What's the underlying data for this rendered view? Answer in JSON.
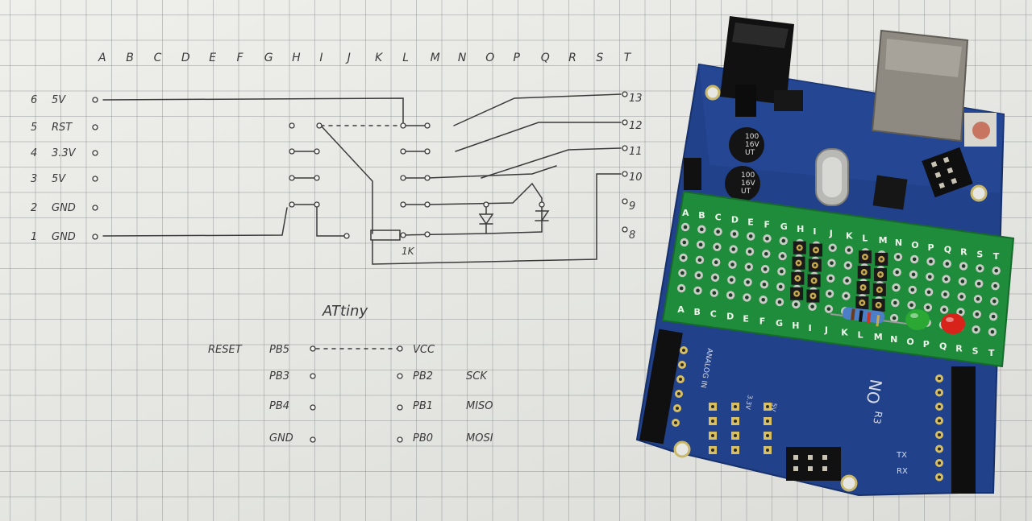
{
  "sketch": {
    "columns": [
      "A",
      "B",
      "C",
      "D",
      "E",
      "F",
      "G",
      "H",
      "I",
      "J",
      "K",
      "L",
      "M",
      "N",
      "O",
      "P",
      "Q",
      "R",
      "S",
      "T"
    ],
    "left_pins": [
      {
        "num": "6",
        "label": "5V"
      },
      {
        "num": "5",
        "label": "RST"
      },
      {
        "num": "4",
        "label": "3.3V"
      },
      {
        "num": "3",
        "label": "5V"
      },
      {
        "num": "2",
        "label": "GND"
      },
      {
        "num": "1",
        "label": "GND"
      }
    ],
    "right_pins": [
      "13",
      "12",
      "11",
      "10",
      "9",
      "8"
    ],
    "resistor_label": "1K",
    "chip_title": "ATtiny",
    "reset_label": "RESET",
    "chip_left": [
      "PB5",
      "PB3",
      "PB4",
      "GND"
    ],
    "chip_right": [
      {
        "pin": "VCC",
        "func": ""
      },
      {
        "pin": "PB2",
        "func": "SCK"
      },
      {
        "pin": "PB1",
        "func": "MISO"
      },
      {
        "pin": "PB0",
        "func": "MOSI"
      }
    ]
  },
  "board": {
    "capacitor_text": [
      "100",
      "16V",
      "UT"
    ],
    "model_text": "R3",
    "tx_label": "TX",
    "rx_label": "RX",
    "power_labels": [
      "3.3V",
      "5V"
    ],
    "analog_label": "ANALOG IN",
    "shield_columns": [
      "A",
      "B",
      "C",
      "D",
      "E",
      "F",
      "G",
      "H",
      "I",
      "J",
      "K",
      "L",
      "M",
      "N",
      "O",
      "P",
      "Q",
      "R",
      "S",
      "T"
    ],
    "led_colors": [
      "#2aa833",
      "#d8231b"
    ]
  }
}
